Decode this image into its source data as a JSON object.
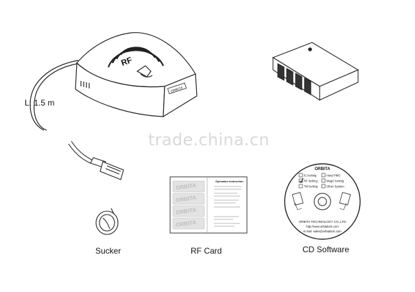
{
  "cable": {
    "length_label": "L: 1.5 m"
  },
  "reader": {
    "rf_text": "RF",
    "brand_plate": "ORBITA"
  },
  "items": {
    "sucker_label": "Sucker",
    "rf_card_label": "RF Card",
    "cd_software_label": "CD Software"
  },
  "rf_card_sheet": {
    "card_brand": "ORBITA",
    "instructions_title": "Operation Instruction"
  },
  "cd": {
    "brand": "ORBITA",
    "options": [
      "IC locking",
      "Hotel PMS",
      "RF locking",
      "MagC locking",
      "TM locking",
      "Other System"
    ],
    "checked_option": "RF locking",
    "company": "ORBITA TECHNOLOGY CO.,LTD",
    "website": "http://www.orbitalock.com",
    "email": "E-mail: sales@orbitalock.com"
  },
  "watermark": "trade.china.cn"
}
